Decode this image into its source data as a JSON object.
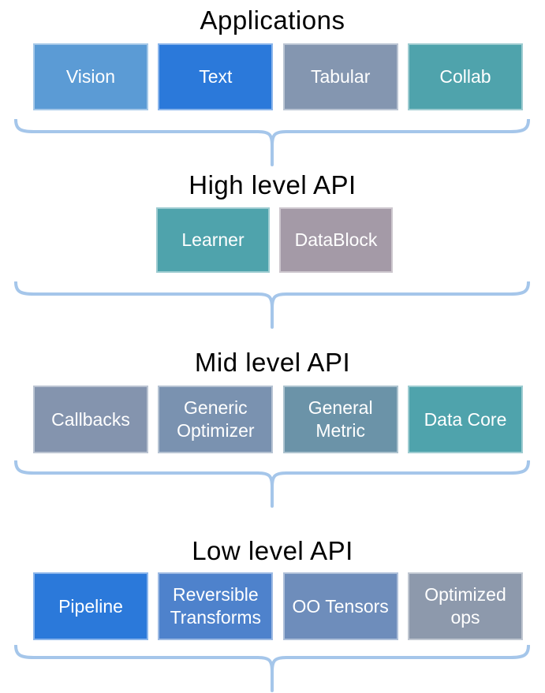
{
  "diagram": {
    "background": "#FFFFFF",
    "title_color": "#000000",
    "box_text_color": "#FFFFFF",
    "brace_color": "#A5C6EA",
    "sections": [
      {
        "title": "Applications",
        "boxes": [
          {
            "label": "Vision",
            "color": "#5B9BD5"
          },
          {
            "label": "Text",
            "color": "#2B79DA"
          },
          {
            "label": "Tabular",
            "color": "#8496B0"
          },
          {
            "label": "Collab",
            "color": "#4FA3AC"
          }
        ]
      },
      {
        "title": "High level API",
        "boxes": [
          {
            "label": "Learner",
            "color": "#4FA3AC"
          },
          {
            "label": "DataBlock",
            "color": "#A49AA7"
          }
        ]
      },
      {
        "title": "Mid level API",
        "boxes": [
          {
            "label": "Callbacks",
            "color": "#8494AE"
          },
          {
            "label": "Generic Optimizer",
            "color": "#7A92B0"
          },
          {
            "label": "General Metric",
            "color": "#6B93A8"
          },
          {
            "label": "Data Core",
            "color": "#4FA3AC"
          }
        ]
      },
      {
        "title": "Low level API",
        "boxes": [
          {
            "label": "Pipeline",
            "color": "#2B79DA"
          },
          {
            "label": "Reversible Transforms",
            "color": "#4E82CC"
          },
          {
            "label": "OO Tensors",
            "color": "#6E8DBB"
          },
          {
            "label": "Optimized ops",
            "color": "#8D99AC"
          }
        ]
      }
    ]
  }
}
